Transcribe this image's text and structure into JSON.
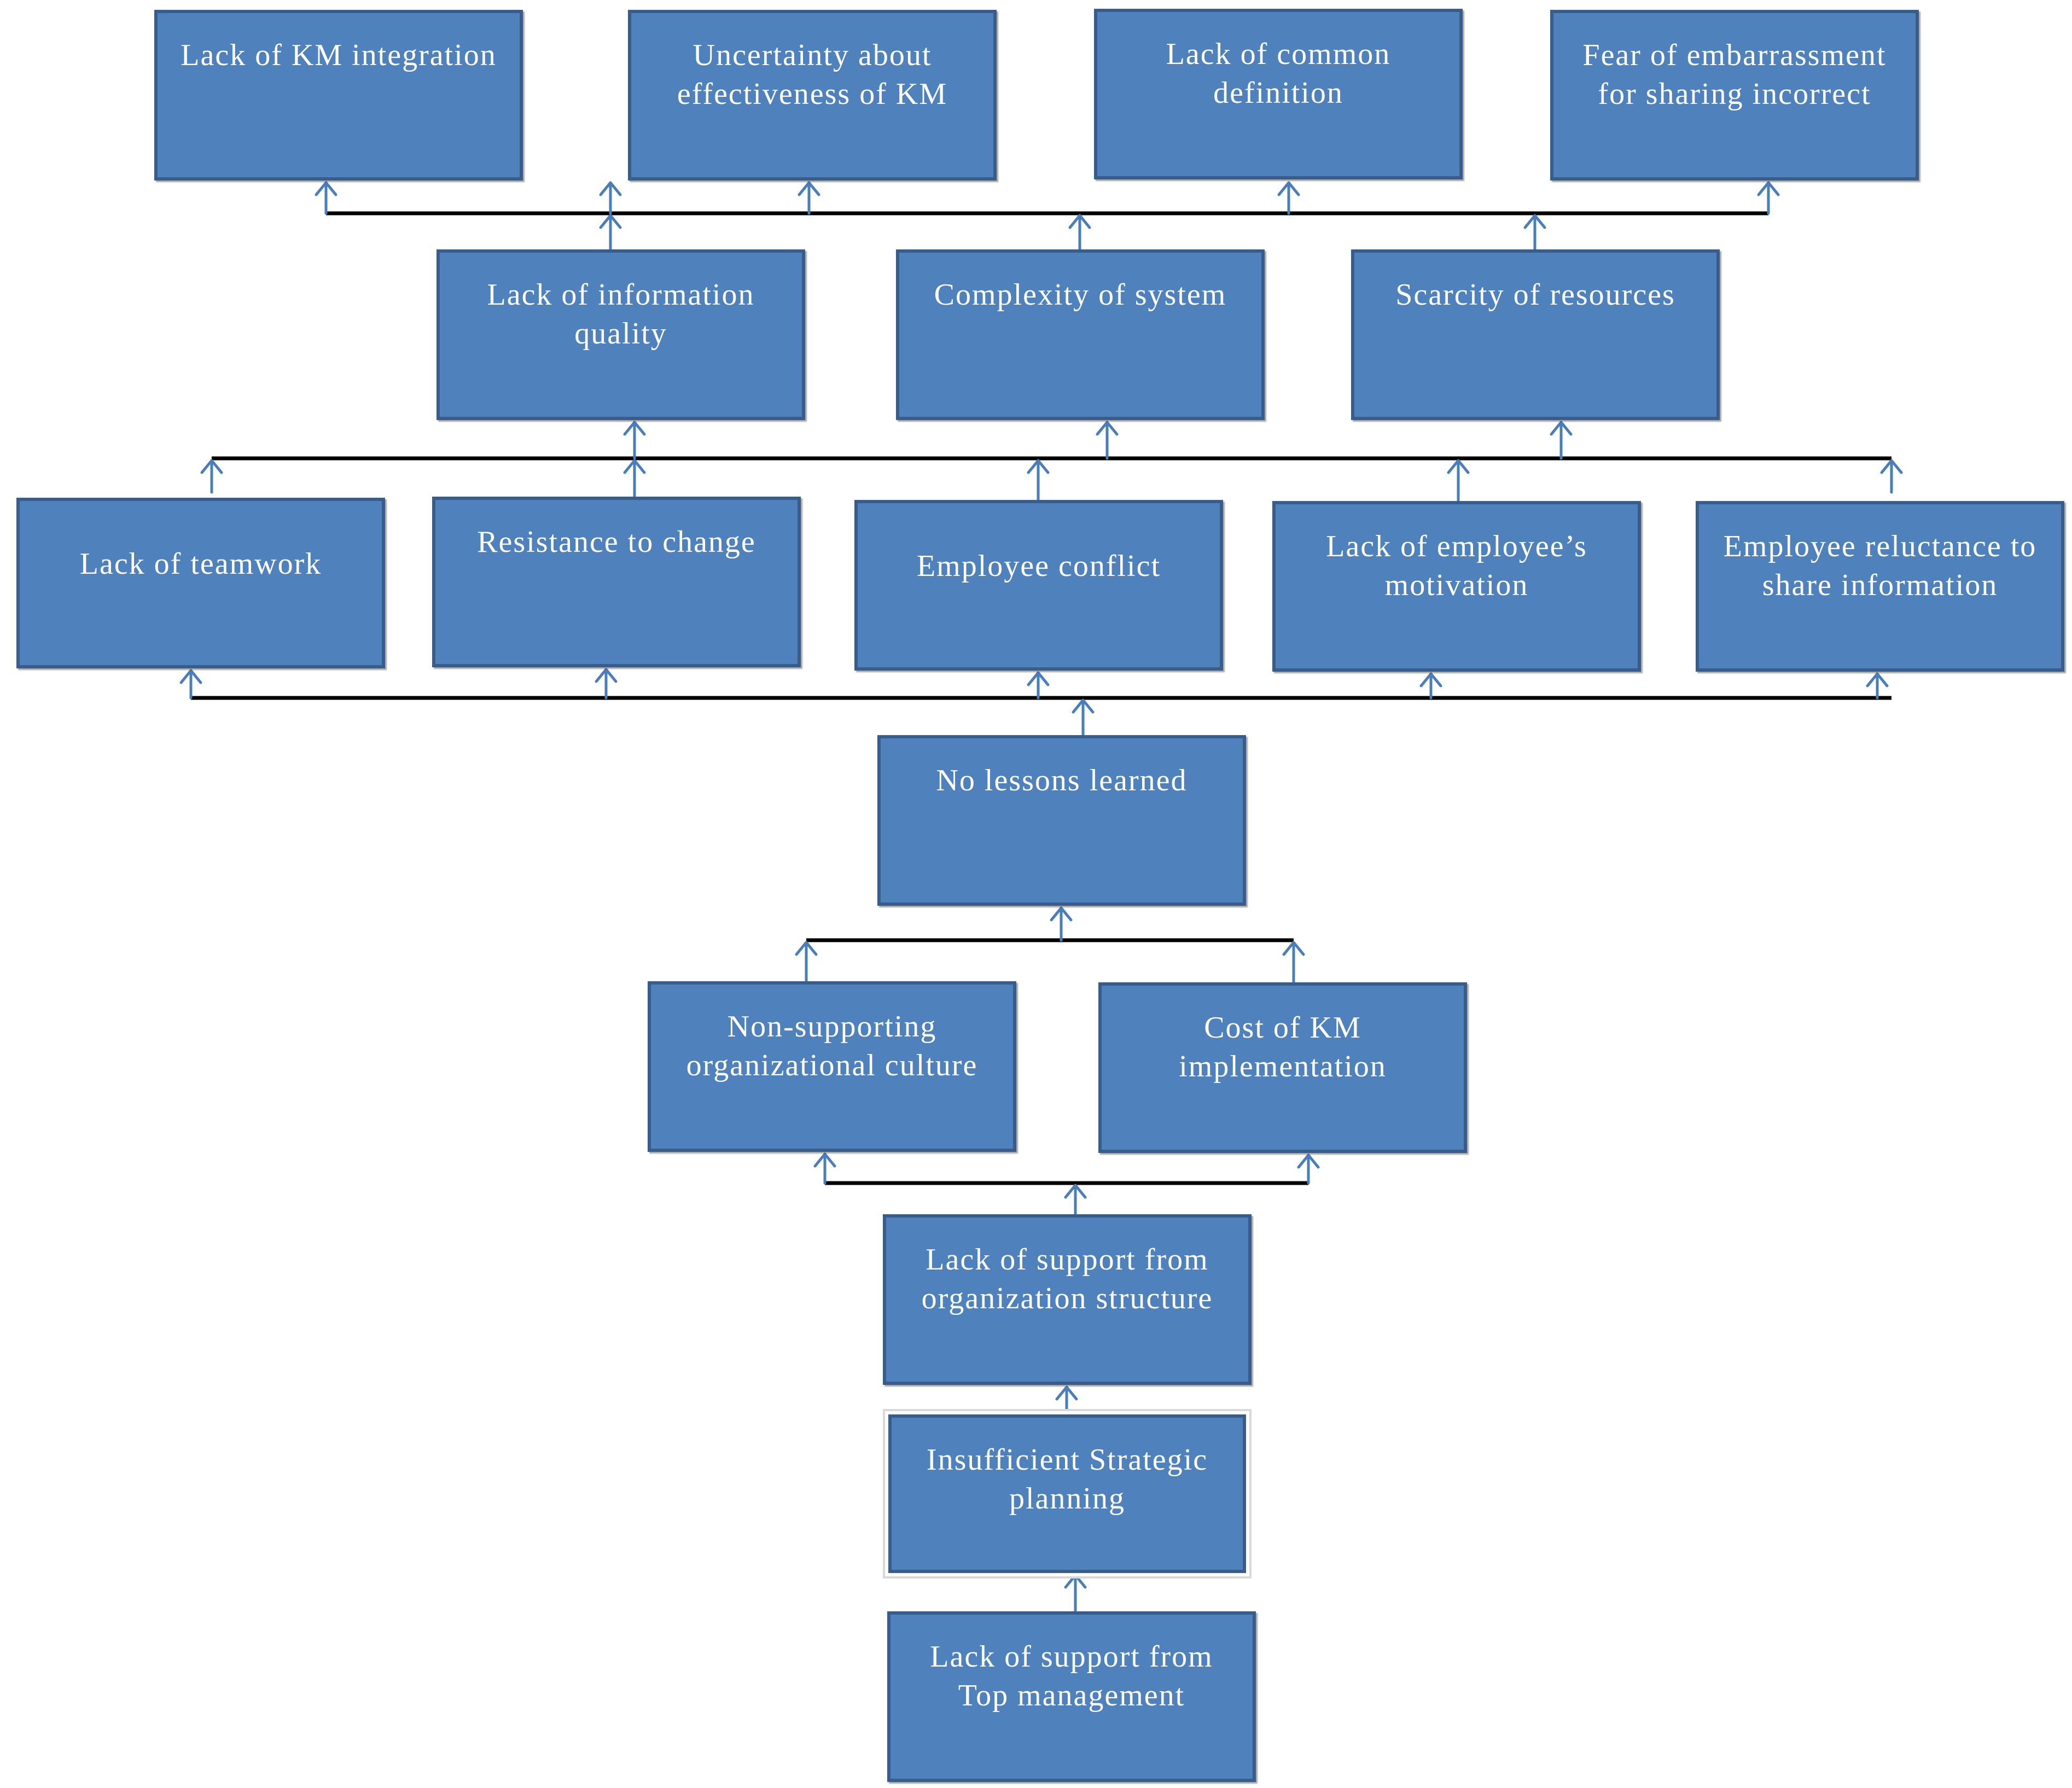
{
  "diagram": {
    "nodes": [
      {
        "id": "lack-km-integration",
        "label": "Lack of KM integration"
      },
      {
        "id": "uncertainty-effectiveness",
        "label": "Uncertainty about effectiveness of KM"
      },
      {
        "id": "lack-common-definition",
        "label": "Lack of common definition"
      },
      {
        "id": "fear-embarrassment",
        "label": "Fear of embarrassment for sharing incorrect"
      },
      {
        "id": "lack-information-quality",
        "label": "Lack of information quality"
      },
      {
        "id": "complexity-system",
        "label": "Complexity of system"
      },
      {
        "id": "scarcity-resources",
        "label": "Scarcity of resources"
      },
      {
        "id": "lack-teamwork",
        "label": "Lack of teamwork"
      },
      {
        "id": "resistance-change",
        "label": "Resistance to change"
      },
      {
        "id": "employee-conflict",
        "label": "Employee conflict"
      },
      {
        "id": "lack-motivation",
        "label": "Lack of employee’s motivation"
      },
      {
        "id": "employee-reluctance",
        "label": "Employee reluctance to share information"
      },
      {
        "id": "no-lessons-learned",
        "label": "No lessons learned"
      },
      {
        "id": "non-supporting-culture",
        "label": "Non-supporting organizational culture"
      },
      {
        "id": "cost-km-implementation",
        "label": "Cost of KM implementation"
      },
      {
        "id": "lack-support-structure",
        "label": "Lack of support from organization structure"
      },
      {
        "id": "insufficient-planning",
        "label": "Insufficient Strategic planning"
      },
      {
        "id": "lack-support-top",
        "label": "Lack of support from Top management"
      }
    ],
    "colors": {
      "box_fill": "#4f81bd",
      "box_border": "#385d8a",
      "text": "#ffffff",
      "connector": "#000000",
      "arrow": "#4a7ebb"
    }
  }
}
